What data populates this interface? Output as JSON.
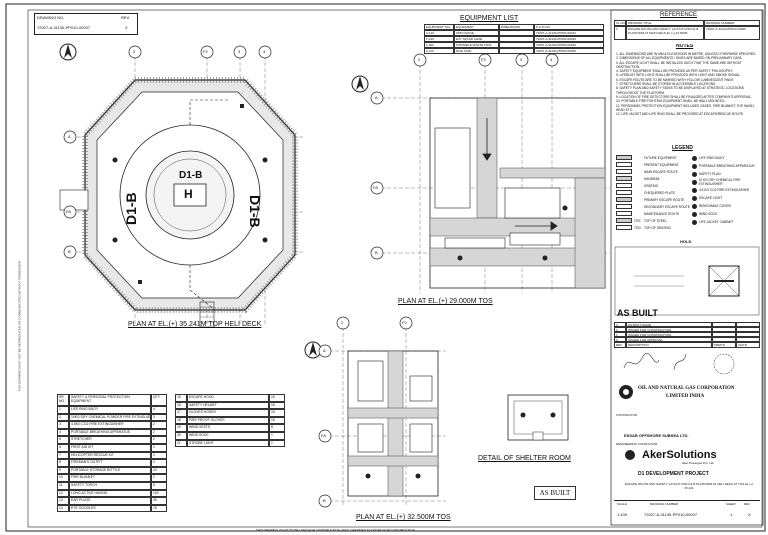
{
  "drawing_no_box": {
    "label": "DRAWING NO.",
    "value": "72007-A-31130-PP010-00007",
    "rev_label": "REV.",
    "rev_value": "X"
  },
  "equipment_list": {
    "title": "EQUIPMENT LIST",
    "headers": [
      "EQUIPMENT TAG",
      "EQUIPMENT",
      "DIMENSIONS",
      "P & ID NO."
    ],
    "rows": [
      [
        "A-110",
        "SPM CRANE",
        "",
        "72007-A-31130-PP000-00034"
      ],
      [
        "F-120",
        "EXT SPCAR SHOE",
        "",
        "72007-A-31130-PP000-00039"
      ],
      [
        "F-902",
        "PORTABLE WASTE TANK",
        "",
        "72007-A-31130-PP000-00034"
      ],
      [
        "A-102",
        "DIVE TANK",
        "",
        "72007-A-31130-PP000-00035"
      ]
    ]
  },
  "reference": {
    "title": "REFERENCE",
    "headers": [
      "SL NO",
      "DRAWING TITLE",
      "DRAWING NUMBER"
    ],
    "rows": [
      [
        "1",
        "ESCAPE ROUTE AND SAFETY LAYOUT FOR D1-B PLATFORM AT MAIN DECK EL (+) 23.520M",
        "72007-A-31130-PP010-00006"
      ]
    ]
  },
  "notes": {
    "title": "NOTES",
    "items": [
      "1. ALL DIMENSIONS ARE IN MM & ELEVATIONS IN METRE, UNLESS OTHERWISE SPECIFIED.",
      "2. DIMENSIONS OF ALL EQUIPMENTS / SKIDS ARE BASED ON PRELIMINARY DATA.",
      "3. ALL ESCAPE LIGHT SHALL BE INSTALLED SUCH THAT THE SAME ARE WITHOUT OBSTRUCTION.",
      "4. SAFETY EQUIPMENT SHALL BE PROVIDED AS PER SAFETY PHILOSOPHY.",
      "5. LIFEBUOY WITH LIGHT SHALL BE PROVIDED WITH LIGHT AND SMOKE SIGNAL.",
      "6. ESCAPE ROUTE ARE TO BE MARKED WITH YELLOW LUMINESCENT PAINT.",
      "7. STRETCHERS SHALL BE STORED IN ACCESSIBLE LOCATIONS.",
      "8. SAFETY PLAN AND SAFETY SIGNS TO BE DISPLAYED AT STRATEGIC LOCATIONS THROUGHOUT THE PLATFORM.",
      "9. LOCATION OF FIRE DETECTORS SHALL BE FINALIZED AFTER COMPANY'S APPROVAL.",
      "10. PORTABLE FIRE FIGHTING EQUIPMENT SHALL BE WALL MOUNTED.",
      "11. PERSONNEL PROTECTION EQUIPMENT INCLUDES GASES, FIRE BLANKET, EYE WASH, HEAD ETC.",
      "12. LIFE JACKET AND LIFE RING SHALL BE PROVIDED AT ESCAPE/RESCUE ROUTE."
    ]
  },
  "legend": {
    "title": "LEGEND",
    "left": [
      "FUTURE EQUIPMENT",
      "PRESENT EQUIPMENT",
      "MAIN ESCAPE ROUTE",
      "HANDRAIL",
      "GRATING",
      "CHEQUERED PLATE",
      "PRIMARY ESCAPE ROUTE",
      "SECONDARY ESCAPE ROUTE",
      "MAINTENANCE ROUTE",
      "TOP OF STEEL",
      "TOP OF GRATING"
    ],
    "left_abbr": [
      "",
      "",
      "",
      "",
      "",
      "",
      "",
      "",
      "",
      "TOS",
      "TOG"
    ],
    "right": [
      "LIFE RING BUOY",
      "PORTABLE BREATHING APPARATUS",
      "SAFETY PLAN",
      "10 KG DRY CHEMICAL FIRE EXTINGUISHER",
      "4.5 KG CO2 FIRE EXTINGUISHER",
      "ESCAPE LIGHT",
      "REMOVABLE COVER",
      "WIND SOCK",
      "LIFE JACKET CABINET"
    ]
  },
  "hold": {
    "label": "HOLD"
  },
  "plan_views": {
    "heli_deck": "PLAN AT EL.(+) 35.241M TOP HELI DECK",
    "el29": "PLAN AT EL.(+) 29.000M TOS",
    "el32": "PLAN AT EL.(+) 32.500M TOS",
    "shelter": "DETAIL OF SHELTER ROOM",
    "heli_mark": "D1-B",
    "heli_h": "H",
    "deck_left": "D1-B",
    "deck_right": "D1-B",
    "axes": [
      "2",
      "F2",
      "3",
      "4",
      "A",
      "FA",
      "B"
    ]
  },
  "safety_table": {
    "headers": [
      "SR NO",
      "SAFETY & PERSONAL PROTECTION EQUIPMENT",
      "QTY"
    ],
    "rows_left": [
      [
        "1",
        "LIFE RING BUOY",
        "4"
      ],
      [
        "2",
        "10KG DRY CHEMICAL POWDER FIRE EXTINGUISHER",
        "3"
      ],
      [
        "3",
        "4.5KG CO2 FIRE EXTINGUISHER",
        "2"
      ],
      [
        "4",
        "PORTABLE BREATHING APPARATUS",
        "2"
      ],
      [
        "5",
        "STRETCHER",
        "2"
      ],
      [
        "6",
        "FIRST AID KIT",
        "1"
      ],
      [
        "7",
        "HELICOPTER RESCUE KIT",
        "1"
      ],
      [
        "8",
        "FIREMAN'S OUTFIT",
        "2"
      ],
      [
        "9",
        "PORTABLE STORAGE BOTTLE",
        "24"
      ],
      [
        "10",
        "FIRE BLANKET",
        "2"
      ],
      [
        "11",
        "SAFETY TORCH",
        "5"
      ],
      [
        "12",
        "LONG ACTIVE HAVING",
        "100"
      ],
      [
        "13",
        "EAR PLUGS",
        "30"
      ],
      [
        "14",
        "EYE GOGGLES",
        "15"
      ]
    ],
    "rows_right": [
      [
        "15",
        "ESCAPE HOOD",
        "15"
      ],
      [
        "16",
        "SAFETY HELMET",
        "15"
      ],
      [
        "17",
        "GLOVES HOSES",
        "15"
      ],
      [
        "18",
        "FIRE PROOF GLOVES",
        "15"
      ],
      [
        "19",
        "WIND VESTS",
        "8"
      ],
      [
        "20",
        "WIND SOCK",
        "1"
      ],
      [
        "21",
        "STROBE LIGHT",
        "1"
      ]
    ]
  },
  "as_built": {
    "stamp": "AS BUILT",
    "stamp2": "AS BUILT"
  },
  "revision_table": {
    "rows": [
      [
        "X",
        "AS-BUILT ISSUE",
        "",
        ""
      ],
      [
        "2",
        "ISSUED FOR CONSTRUCTION",
        "",
        ""
      ],
      [
        "1",
        "ISSUED FOR CONSTRUCTION",
        "",
        ""
      ],
      [
        "0",
        "ISSUED FOR APPROVAL",
        "",
        ""
      ]
    ],
    "headers": [
      "REV",
      "DESCRIPTION",
      "PREP'D",
      "CHK'D"
    ]
  },
  "title_block": {
    "owner_line1": "OIL AND NATURAL GAS CORPORATION",
    "owner_line2": "LIMITED INDIA",
    "contractor_label": "CONTRACTOR",
    "contractor": "ESSAR OFFSHORE SUBSEA LTD.",
    "consultant_label": "ENGINEERING CONSULTANT",
    "consultant": "AkerSolutions",
    "consultant_sub": "Aker Powergas Pvt. Ltd.",
    "project": "D1 DEVELOPMENT PROJECT",
    "title": "ESCAPE ROUTE AND SAFETY LAYOUT FOR D1-B PLATFORM AT HELI DECK AT TOS EL (+) 35.241",
    "scale_label": "SCALE",
    "scale": "1:100",
    "drawing_number_label": "DRAWING NUMBER",
    "drawing_number": "72007-A-31130-PP010-00007",
    "sheet_label": "SHEET",
    "sheet": "1",
    "rev_label": "REV",
    "rev": "X"
  },
  "bottom_note": "THIS DRAWING IS NOT TO BE USED FOR CONSTRUCTION UNTIL CERTIFIED AS ISSUED FOR CONSTRUCTION",
  "side_note": "THIS DRAWING MUST NOT BE REPRODUCED OR COMMUNICATED WITHOUT PERMISSION"
}
